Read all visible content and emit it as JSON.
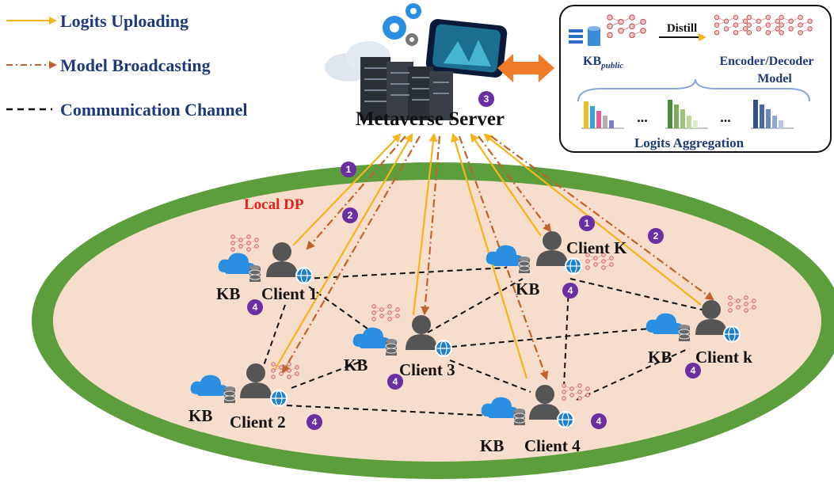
{
  "legend": {
    "upload_label": "Logits Uploading",
    "broadcast_label": "Model Broadcasting",
    "channel_label": "Communication Channel"
  },
  "server": {
    "label": "Metaverse Server",
    "step": "3"
  },
  "panel": {
    "kb_main": "KB",
    "kb_sub": "public",
    "distill_label": "Distill",
    "model_line1": "Encoder/Decoder",
    "model_line2": "Model",
    "ellipsis": "...",
    "aggregation_label": "Logits Aggregation"
  },
  "privacy": {
    "local_dp_label": "Local DP"
  },
  "steps": {
    "upload": "1",
    "broadcast": "2",
    "local": "4"
  },
  "kb_label": "KB",
  "clients": [
    {
      "name": "Client 1"
    },
    {
      "name": "Client 2"
    },
    {
      "name": "Client 3"
    },
    {
      "name": "Client 4"
    },
    {
      "name": "Client k"
    },
    {
      "name": "Client K"
    }
  ],
  "colors": {
    "upload": "#f5b417",
    "broadcast": "#c0622a",
    "channel": "#111111",
    "legend_text": "#1f3a7a",
    "badge": "#6b2fa3",
    "outer_ring": "#5d9e3c",
    "inner_field": "#f7ddcc",
    "local_dp": "#e8201b",
    "double_arrow": "#f07c2a",
    "cloud": "#2a8fe0"
  }
}
